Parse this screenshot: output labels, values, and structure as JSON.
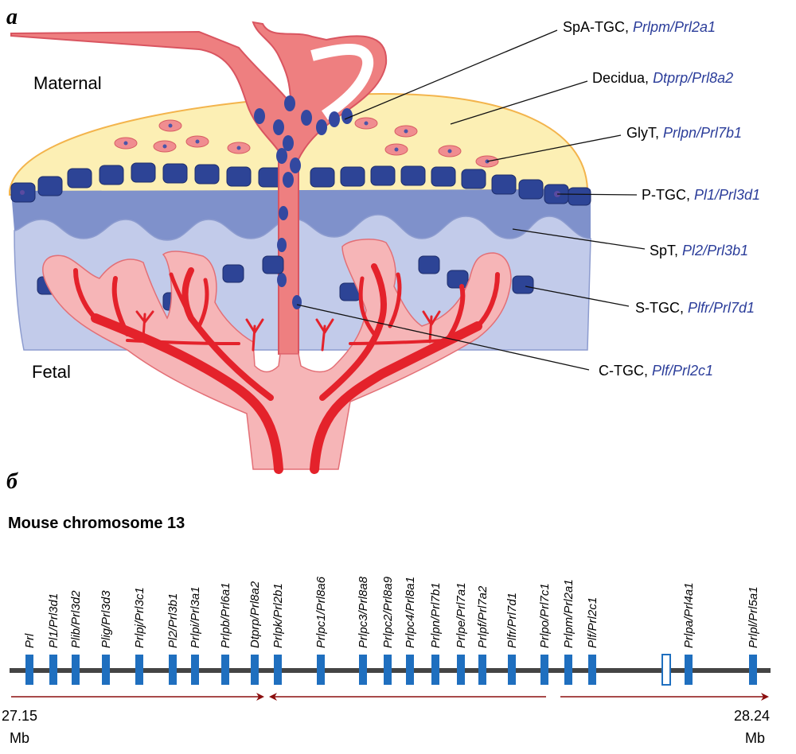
{
  "panel_a": {
    "letter": "a",
    "regions": {
      "maternal": "Maternal",
      "fetal": "Fetal"
    },
    "labels": [
      {
        "cell": "SpA-TGC",
        "gene": "Prlpm/Prl2a1"
      },
      {
        "cell": "Decidua",
        "gene": "Dtprp/Prl8a2"
      },
      {
        "cell": "GlyT",
        "gene": "Prlpn/Prl7b1"
      },
      {
        "cell": "P-TGC",
        "gene": "Pl1/Prl3d1"
      },
      {
        "cell": "SpT",
        "gene": "Pl2/Prl3b1"
      },
      {
        "cell": "S-TGC",
        "gene": "Plfr/Prl7d1"
      },
      {
        "cell": "C-TGC",
        "gene": "Plf/Prl2c1"
      }
    ]
  },
  "panel_b": {
    "letter": "б",
    "title": "Mouse chromosome 13",
    "genes": [
      "Prl",
      "Pl1/Prl3d1",
      "Plib/Prl3d2",
      "Plig/Prl3d3",
      "Prlpj/Prl3c1",
      "Pl2/Prl3b1",
      "Prlpi/Prl3a1",
      "Prlpb/Prl6a1",
      "Dtprp/Prl8a2",
      "Prlpk/Prl2b1",
      "Prlpc1/Prl8a6",
      "Prlpc3/Prl8a8",
      "Prlpc2/Prl8a9",
      "Prlpc4/Prl8a1",
      "Prlpn/Prl7b1",
      "Prlpe/Prl7a1",
      "Prlpf/Prl7a2",
      "Plfr/Prl7d1",
      "Prlpo/Prl7c1",
      "Prlpm/Prl2a1",
      "Plf/Prl2c1",
      "Prlpa/Prl4a1",
      "Prlpl/Prl5a1"
    ],
    "start": {
      "value": "27.15",
      "unit": "Mb"
    },
    "end": {
      "value": "28.24",
      "unit": "Mb"
    }
  }
}
